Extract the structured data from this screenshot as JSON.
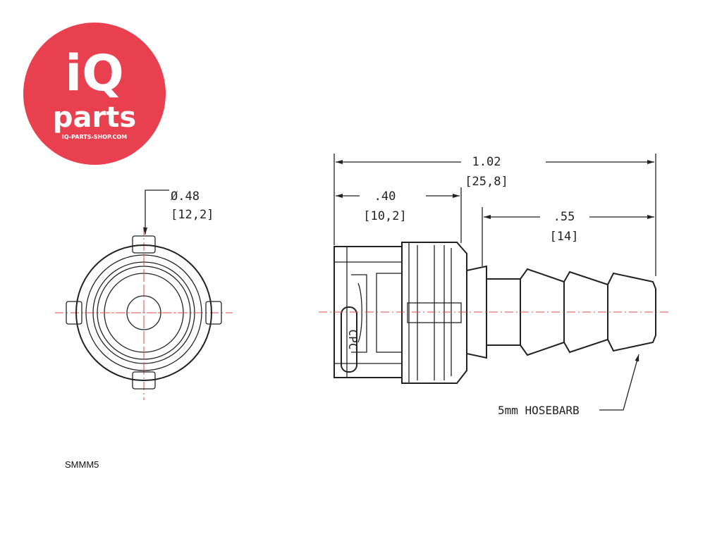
{
  "logo": {
    "brand_big": "iQ",
    "brand_small": "parts",
    "tagline": "IQ-PARTS-SHOP.COM",
    "color": "#e8404f"
  },
  "front_view": {
    "diameter_in": "Ø.48",
    "diameter_mm": "[12,2]"
  },
  "side_view": {
    "overall_in": "1.02",
    "overall_mm": "[25,8]",
    "body_in": ".40",
    "body_mm": "[10,2]",
    "barb_in": ".55",
    "barb_mm": "[14]",
    "logo_mark": "CPC",
    "note": "5mm HOSEBARB"
  },
  "part_code": "SMMM5",
  "colors": {
    "line": "#222222",
    "centerline": "#e14b4b"
  }
}
